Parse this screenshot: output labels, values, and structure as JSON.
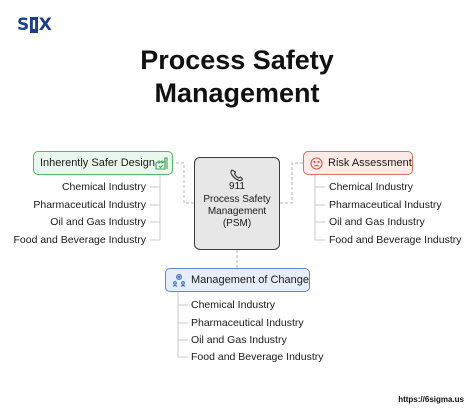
{
  "logo": {
    "s": "S",
    "boxed": "I",
    "x": "X"
  },
  "title": {
    "line1": "Process Safety",
    "line2": "Management"
  },
  "center": {
    "number": "911",
    "label": "Process Safety Management (PSM)",
    "icon": "phone-icon"
  },
  "nodes": {
    "inherently_safer_design": {
      "label": "Inherently Safer Design",
      "icon": "factory-check-icon",
      "color": "#53b86a",
      "items": [
        "Chemical Industry",
        "Pharmaceutical Industry",
        "Oil and Gas Industry",
        "Food and Beverage Industry"
      ]
    },
    "risk_assessment": {
      "label": "Risk Assessment",
      "icon": "worried-face-icon",
      "color": "#e07263",
      "items": [
        "Chemical Industry",
        "Pharmaceutical Industry",
        "Oil and Gas Industry",
        "Food and Beverage Industry"
      ]
    },
    "management_of_change": {
      "label": "Management of Change",
      "icon": "gears-people-icon",
      "color": "#5c88d6",
      "items": [
        "Chemical Industry",
        "Pharmaceutical Industry",
        "Oil and Gas Industry",
        "Food and Beverage Industry"
      ]
    }
  },
  "footer": {
    "url": "https://6sigma.us"
  }
}
